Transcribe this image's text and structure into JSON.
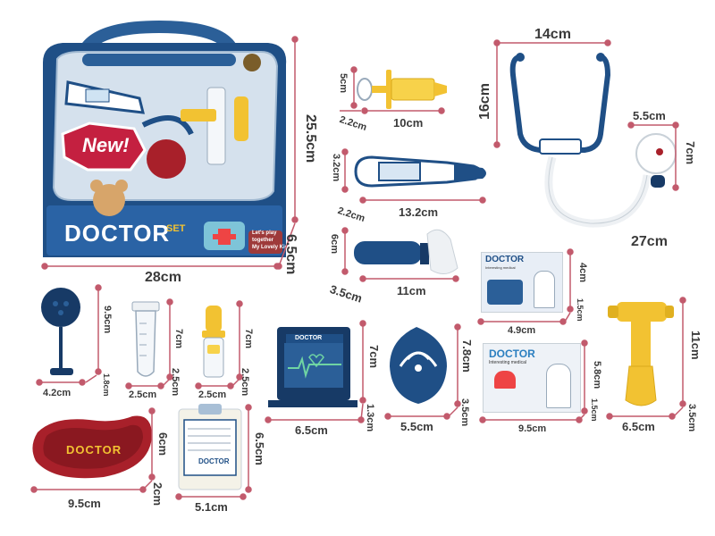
{
  "product": {
    "package": {
      "badge": "New!",
      "title": "DOCTOR",
      "set_word": "SET",
      "tagline_line1": "Let's play",
      "tagline_line2": "together",
      "tagline_line3": "My Lovely Kid",
      "width": "28cm",
      "height": "25.5cm",
      "depth": "6.5cm"
    },
    "syringe": {
      "length": "10cm",
      "width": "5cm",
      "height": "2.2cm"
    },
    "thermometer": {
      "length": "13.2cm",
      "width": "3.2cm",
      "height": "2.2cm"
    },
    "otoscope": {
      "length": "11cm",
      "width": "6cm",
      "height": "3.5cm"
    },
    "stethoscope": {
      "width": "14cm",
      "height": "16cm",
      "length": "27cm",
      "chest_width": "5.5cm",
      "chest_height": "7cm"
    },
    "card_small": {
      "title": "DOCTOR",
      "subtitle": "Interesting medical",
      "width": "4.9cm",
      "height": "4cm",
      "depth": "1.5cm"
    },
    "mirror": {
      "width": "4.2cm",
      "height": "9.5cm",
      "depth": "1.8cm"
    },
    "test_tube": {
      "width": "2.5cm",
      "height": "7cm",
      "depth": "2.5cm"
    },
    "bottle": {
      "width": "2.5cm",
      "height": "7cm",
      "depth": "2.5cm"
    },
    "monitor": {
      "label": "DOCTOR",
      "width": "6.5cm",
      "height": "7cm",
      "depth": "1.3cm"
    },
    "mask": {
      "width": "5.5cm",
      "height": "7.8cm",
      "depth": "3.5cm"
    },
    "card_large": {
      "title": "DOCTOR",
      "subtitle": "Interesting medical",
      "width": "9.5cm",
      "height": "5.8cm",
      "depth": "1.5cm"
    },
    "hammer": {
      "width": "6.5cm",
      "height": "11cm",
      "depth": "3.5cm"
    },
    "tray": {
      "label": "DOCTOR",
      "width": "9.5cm",
      "height": "6cm",
      "depth": "2cm"
    },
    "clipboard": {
      "label": "DOCTOR",
      "width": "5.1cm",
      "height": "6.5cm"
    }
  },
  "colors": {
    "navy": "#1f4f86",
    "dark_navy": "#173a66",
    "yellow": "#f2c232",
    "red": "#a8202a",
    "dim_line": "#c25a6c"
  }
}
